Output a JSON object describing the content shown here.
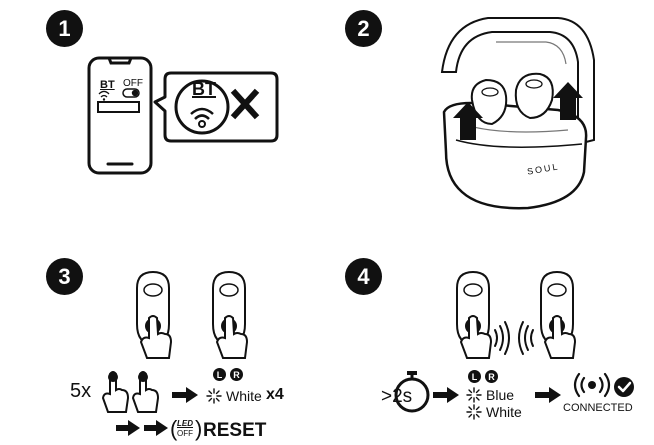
{
  "steps": [
    {
      "number": "1"
    },
    {
      "number": "2"
    },
    {
      "number": "3"
    },
    {
      "number": "4"
    }
  ],
  "step1": {
    "bt_label": "BT",
    "off_label": "OFF",
    "bubble_bt_label": "BT"
  },
  "step2": {
    "case_brand": "SOUL"
  },
  "step3": {
    "tap_count": "5x",
    "earbud_left_badge": "L",
    "earbud_right_badge": "R",
    "led_color": "White",
    "led_repeat": "x4",
    "led_off_top": "LED",
    "led_off_bottom": "OFF",
    "reset_label": "RESET"
  },
  "step4": {
    "hold_time": ">2s",
    "earbud_left_badge": "L",
    "earbud_right_badge": "R",
    "led_color_1": "Blue",
    "led_color_2": "White",
    "status_label": "CONNECTED"
  },
  "colors": {
    "ink": "#111111",
    "background": "#ffffff"
  }
}
